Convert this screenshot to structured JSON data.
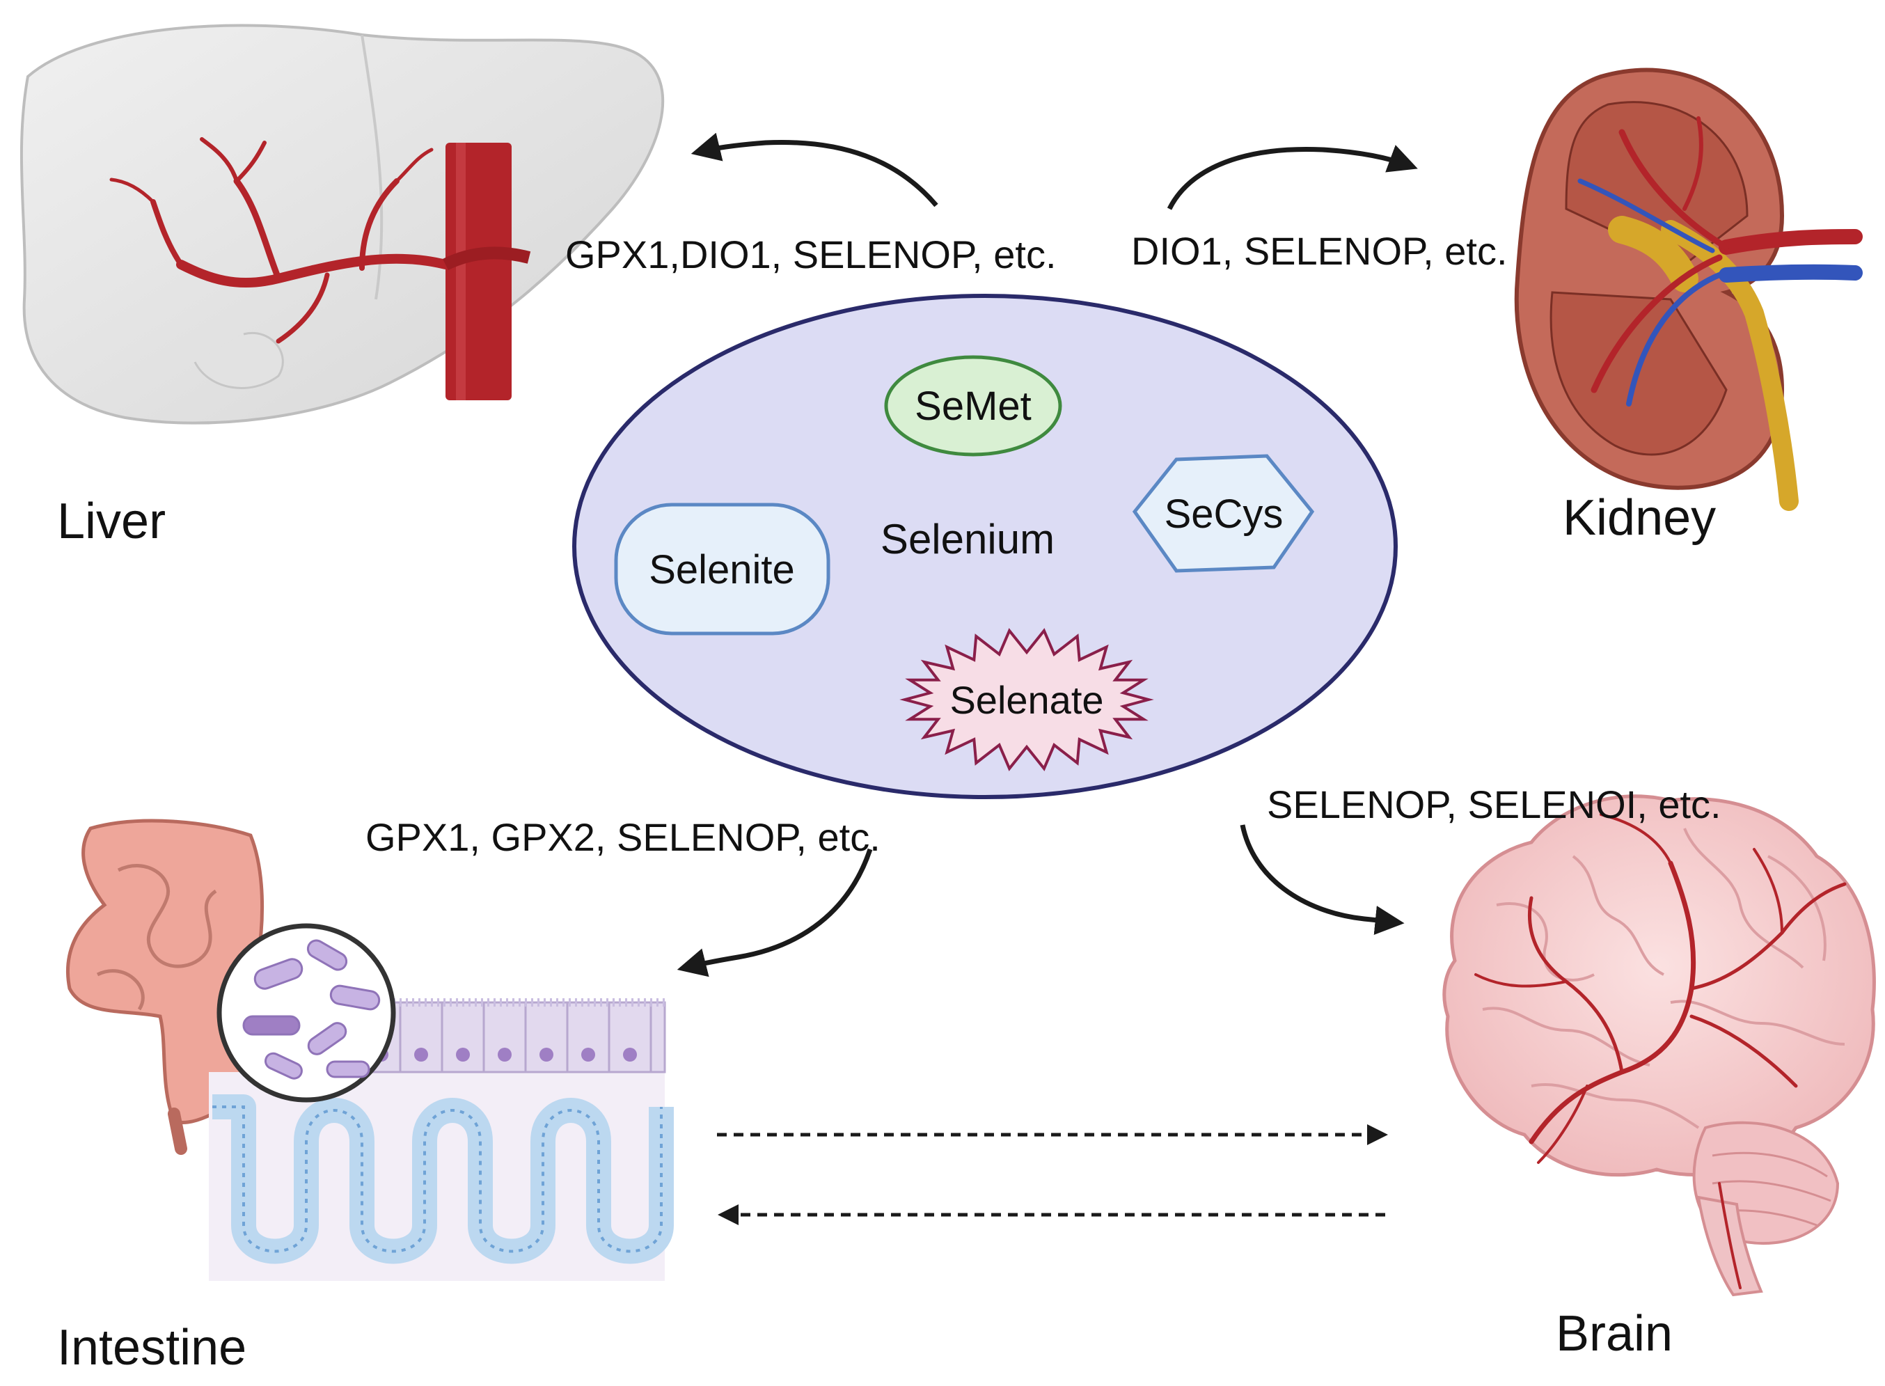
{
  "center": {
    "label": "Selenium",
    "forms": {
      "semet": "SeMet",
      "secys": "SeCys",
      "selenite": "Selenite",
      "selenate": "Selenate"
    }
  },
  "organs": {
    "liver": "Liver",
    "kidney": "Kidney",
    "intestine": "Intestine",
    "brain": "Brain"
  },
  "pathways": {
    "liver": "GPX1,DIO1, SELENOP, etc.",
    "kidney": "DIO1, SELENOP, etc.",
    "intestine": "GPX1, GPX2, SELENOP, etc.",
    "brain": "SELENOP, SELENOI, etc."
  },
  "colors": {
    "ellipse_fill": "#dcdcf4",
    "ellipse_stroke": "#2a2a6a",
    "semet_fill": "#d9f0d3",
    "semet_stroke": "#3f8a3f",
    "selenite_fill": "#e6f0fa",
    "selenite_stroke": "#5b88c4",
    "secys_fill": "#e6f0fa",
    "secys_stroke": "#5b88c4",
    "selenate_fill": "#f7dde6",
    "selenate_stroke": "#8a1f4a",
    "vessel_red": "#b3242a",
    "vessel_blue": "#3355bb",
    "ureter": "#d6a72a",
    "liver_fill": "#e7e7e7",
    "kidney_fill": "#c46a5a",
    "brain_fill": "#f5cfd0",
    "intestine_fill": "#eea69a",
    "epithelium": "#e2d9ee",
    "villi": "#bcd8f0"
  },
  "icons": {
    "liver": "liver-icon",
    "kidney": "kidney-icon",
    "intestine": "intestine-icon",
    "microbiota": "microbiota-icon",
    "brain": "brain-icon"
  }
}
